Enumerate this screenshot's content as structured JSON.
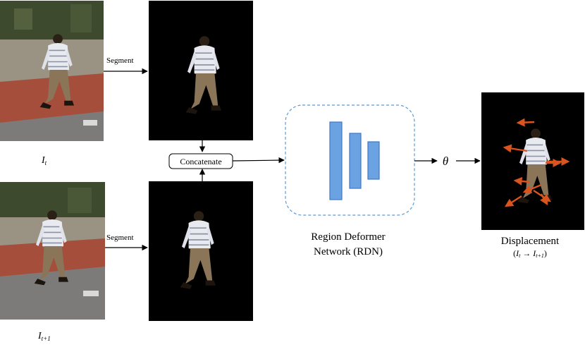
{
  "labels": {
    "frame_t": "I",
    "frame_t_sub": "t",
    "frame_t1": "I",
    "frame_t1_sub": "t+1",
    "segment_top": "Segment",
    "segment_bottom": "Segment",
    "concatenate": "Concatenate",
    "theta": "θ",
    "rdn_line1": "Region Deformer",
    "rdn_line2": "Network (RDN)",
    "displacement": "Displacement",
    "disp_open": "(",
    "disp_I1": "I",
    "disp_sub1": "t",
    "disp_arrow": " → ",
    "disp_I2": "I",
    "disp_sub2": "t+1",
    "disp_close": ")"
  },
  "colors": {
    "rdn_bars": "#6aa2e2",
    "rdn_bar_stroke": "#3f78c8",
    "rdn_box_border": "#5b9bd5",
    "displacement_arrows": "#d9541e"
  }
}
